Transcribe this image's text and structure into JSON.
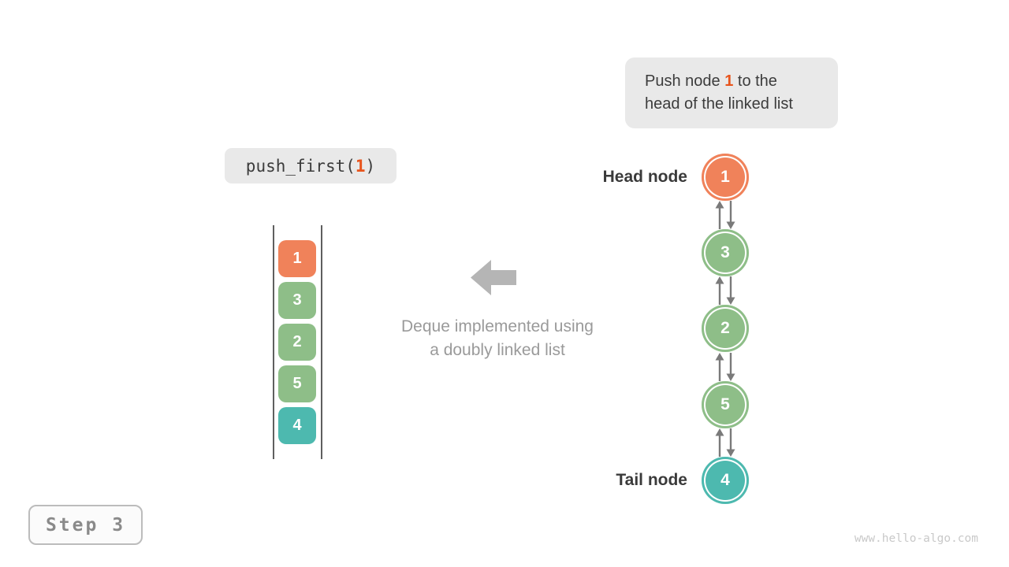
{
  "colors": {
    "orange": "#f0825a",
    "green": "#8ebe88",
    "teal": "#4db9af",
    "highlight": "#e8541c",
    "box_bg": "#e9e9e9",
    "text_dark": "#3c3c3c",
    "block_arrow_gray": "#b5b5b5",
    "caption_gray": "#9a9a9a",
    "link_arrow_gray": "#7a7a7a",
    "array_wall_gray": "#5f5f5f",
    "step_text_gray": "#8a8a8a",
    "watermark_gray": "#c9c9c9"
  },
  "annotation": {
    "line1_prefix": "Push node ",
    "highlight": "1",
    "line1_suffix": " to the",
    "line2": "head of the linked list"
  },
  "operation": {
    "prefix": "push_first(",
    "arg": "1",
    "suffix": ")"
  },
  "deque_array": {
    "items": [
      {
        "value": "1",
        "color": "#f0825a"
      },
      {
        "value": "3",
        "color": "#8ebe88"
      },
      {
        "value": "2",
        "color": "#8ebe88"
      },
      {
        "value": "5",
        "color": "#8ebe88"
      },
      {
        "value": "4",
        "color": "#4db9af"
      }
    ]
  },
  "caption": {
    "line1": "Deque implemented using",
    "line2": "a doubly linked list"
  },
  "linked_list": {
    "head_label": "Head node",
    "tail_label": "Tail node",
    "nodes": [
      {
        "value": "1",
        "color": "#f0825a"
      },
      {
        "value": "3",
        "color": "#8ebe88"
      },
      {
        "value": "2",
        "color": "#8ebe88"
      },
      {
        "value": "5",
        "color": "#8ebe88"
      },
      {
        "value": "4",
        "color": "#4db9af"
      }
    ]
  },
  "step": {
    "label": "Step 3"
  },
  "watermark": "www.hello-algo.com"
}
